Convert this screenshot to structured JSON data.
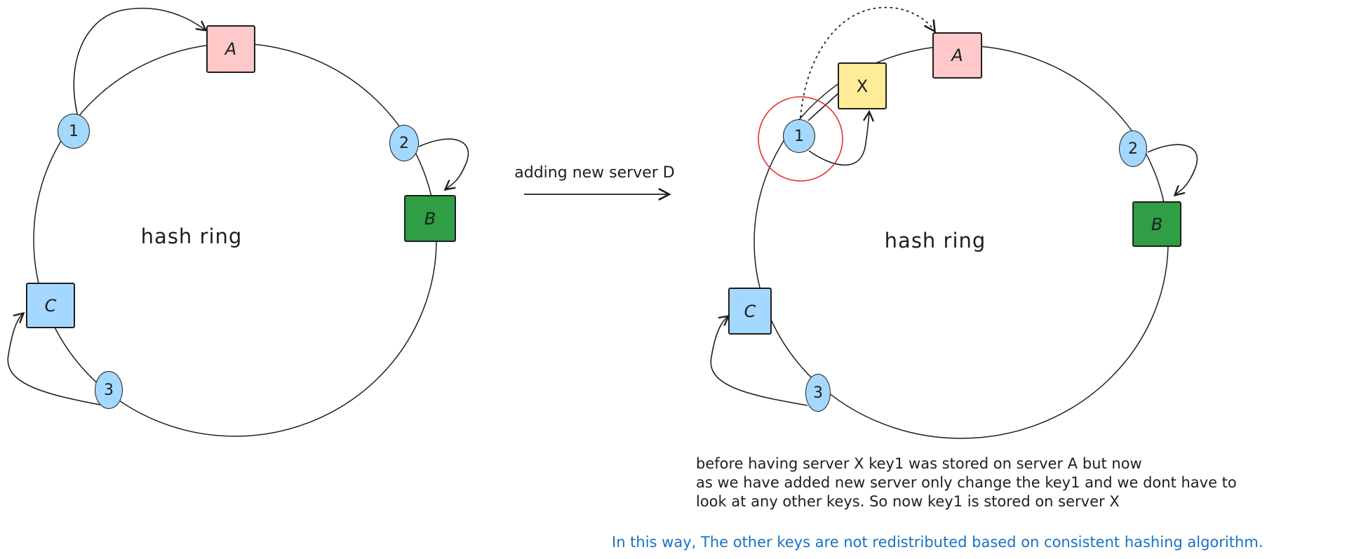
{
  "colors": {
    "stroke": "#1e1e1e",
    "server_pink": "#ffc9c9",
    "server_green": "#2f9e44",
    "server_blue": "#a5d8ff",
    "server_yellow": "#ffec99",
    "key_blue": "#a5d8ff",
    "highlight_red": "#e03131",
    "note_blue": "#1971c2"
  },
  "left_diagram": {
    "title": "hash ring",
    "nodes": {
      "server_a": "A",
      "server_b": "B",
      "server_c": "C",
      "key_1": "1",
      "key_2": "2",
      "key_3": "3"
    }
  },
  "transition_arrow": {
    "label": "adding new server D"
  },
  "right_diagram": {
    "title": "hash ring",
    "nodes": {
      "server_a": "A",
      "server_b": "B",
      "server_c": "C",
      "server_x": "X",
      "key_1": "1",
      "key_2": "2",
      "key_3": "3"
    }
  },
  "annotation": {
    "line_1": "before having server X key1 was stored on server A but now",
    "line_2": "as we have added new server only change the key1 and we dont have to",
    "line_3": "look at any other keys. So now key1 is stored on server X",
    "highlight": "In this way, The other keys are not redistributed based on consistent hashing algorithm."
  }
}
